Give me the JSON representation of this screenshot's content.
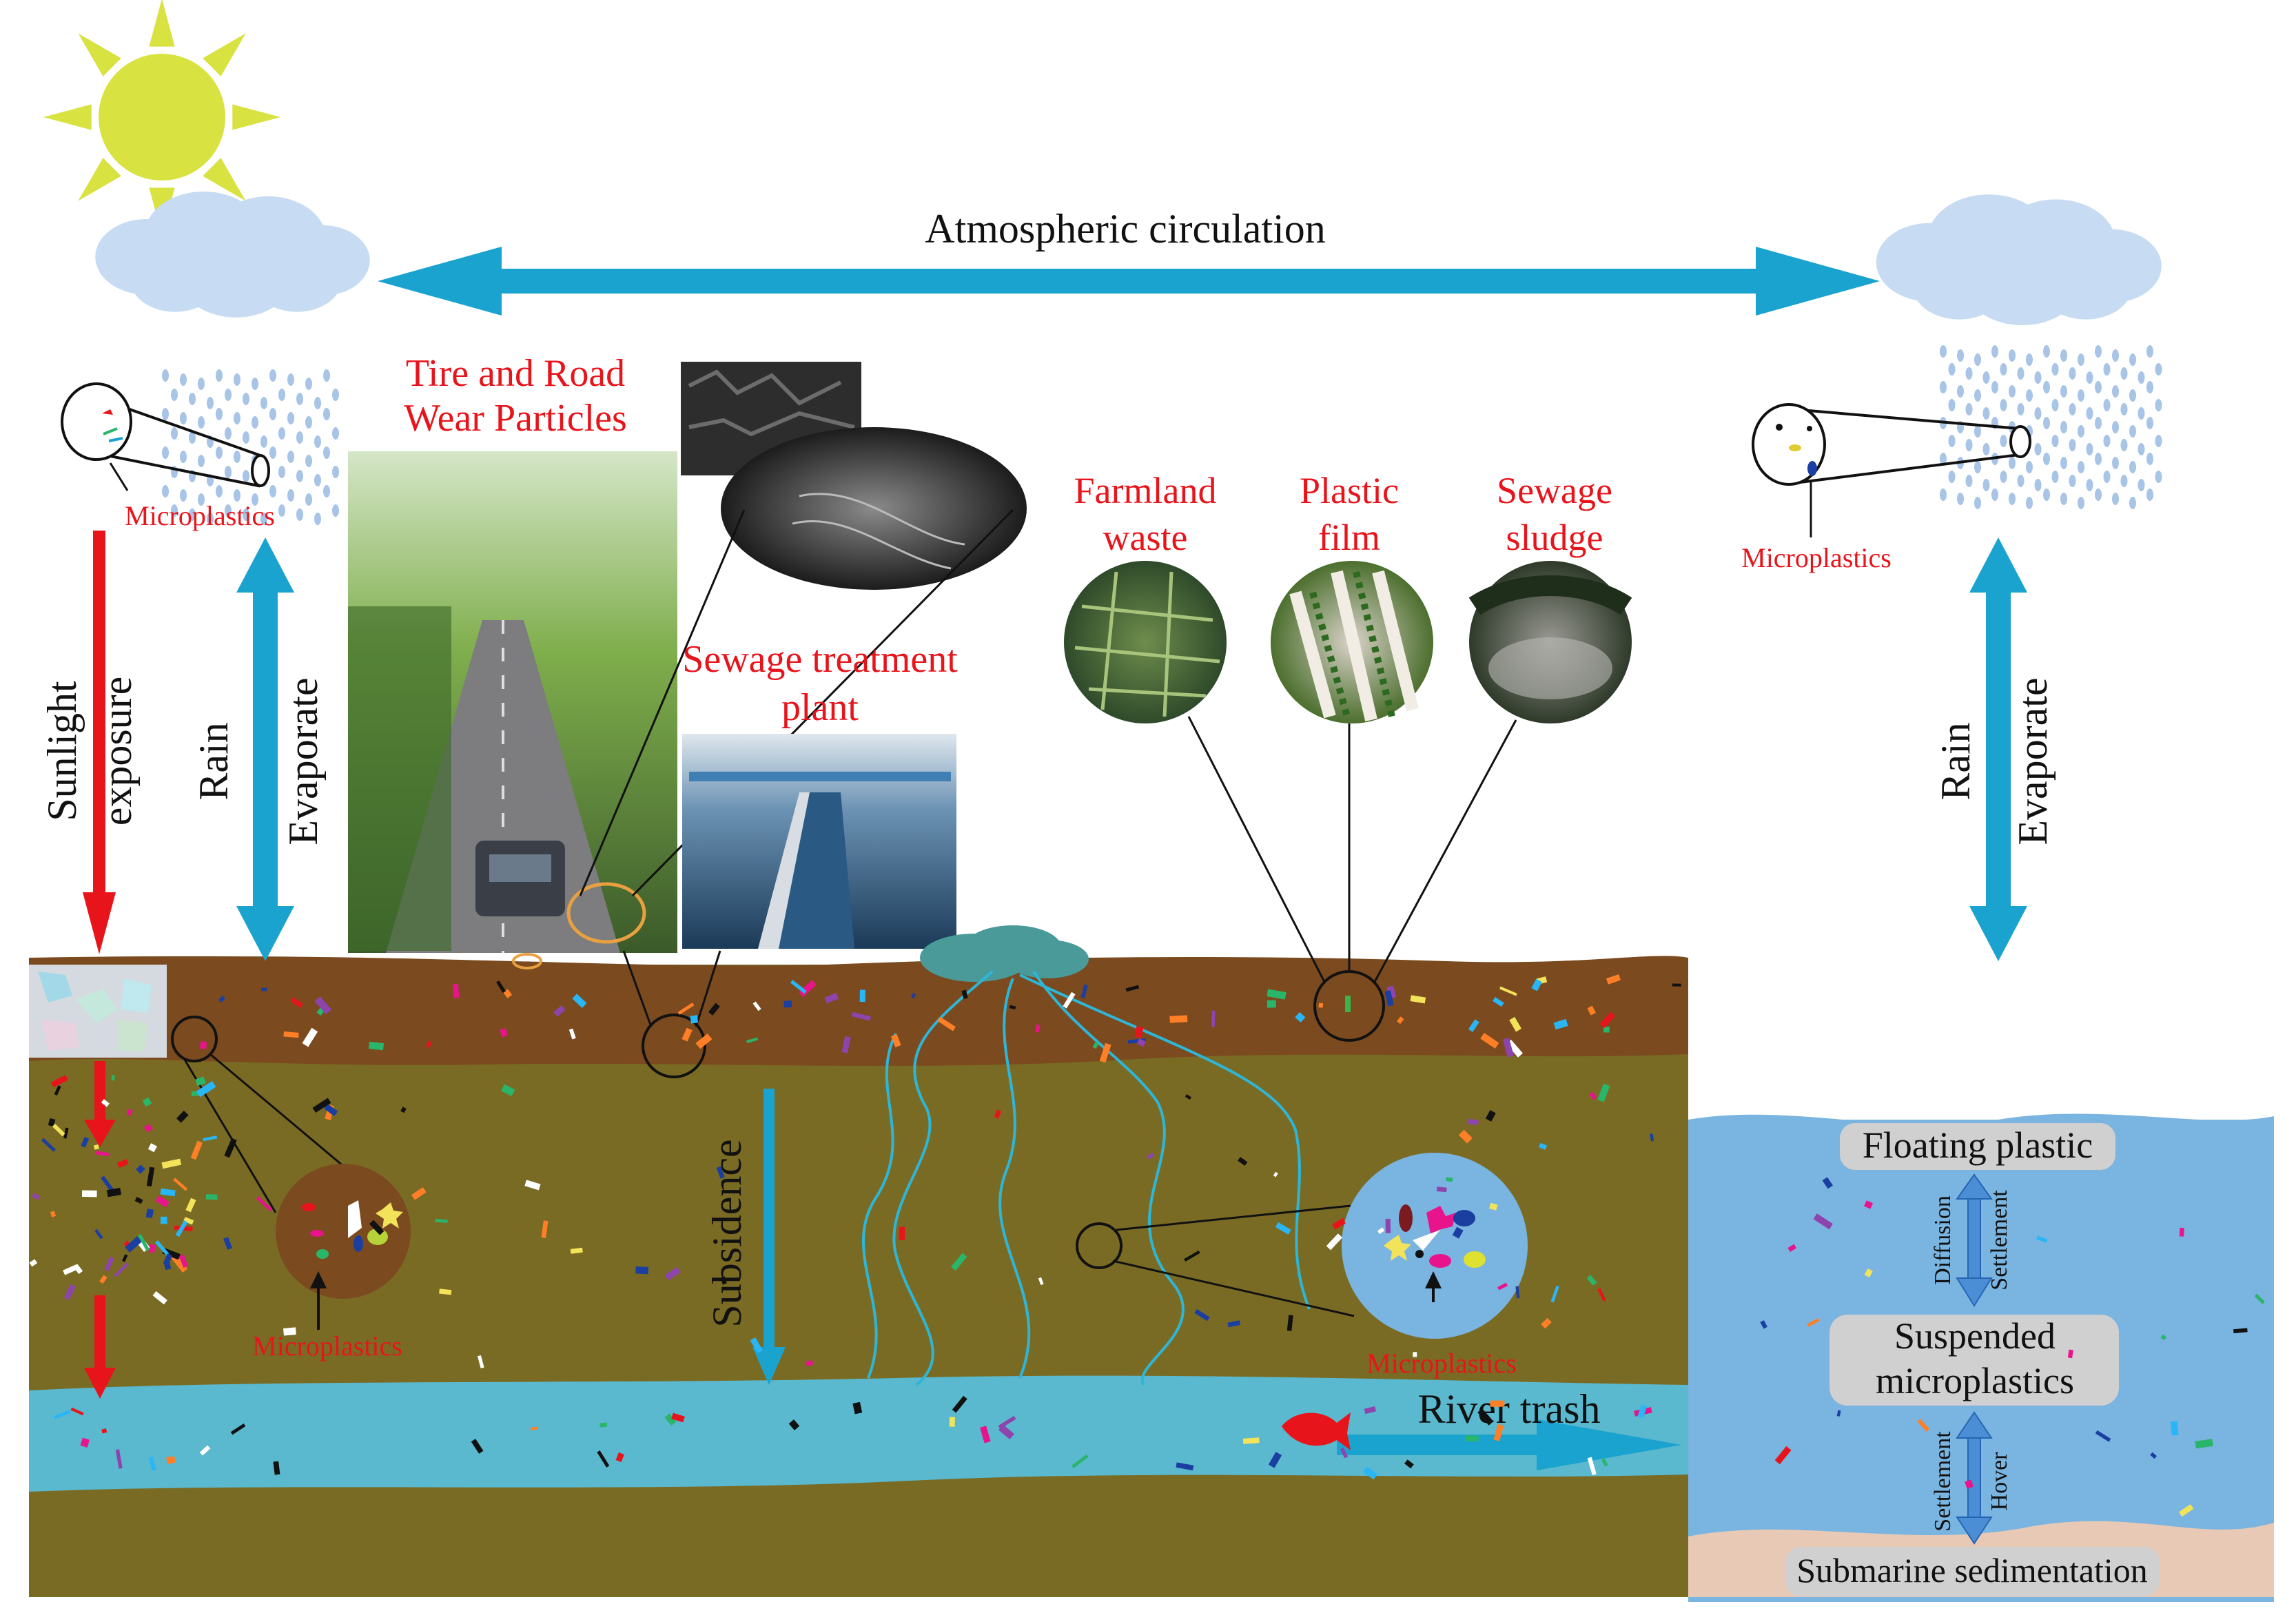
{
  "atmosphere": {
    "circulation_label": "Atmospheric circulation"
  },
  "left_column": {
    "microplastics_label": "Microplastics",
    "sunlight_label_1": "Sunlight",
    "sunlight_label_2": "exposure",
    "rain_label": "Rain",
    "evaporate_label": "Evaporate"
  },
  "right_column": {
    "microplastics_label": "Microplastics",
    "rain_label": "Rain",
    "evaporate_label": "Evaporate"
  },
  "sources": {
    "tire_label_1": "Tire and Road",
    "tire_label_2": "Wear Particles",
    "sewage_plant_label_1": "Sewage treatment",
    "sewage_plant_label_2": "plant",
    "farmland_label_1": "Farmland",
    "farmland_label_2": "waste",
    "plastic_film_label_1": "Plastic",
    "plastic_film_label_2": "film",
    "sewage_sludge_label_1": "Sewage",
    "sewage_sludge_label_2": "sludge"
  },
  "ground": {
    "soil_microplastics_label": "Microplastics",
    "subsidence_label": "Subsidence",
    "groundwater_microplastics_label": "Microplastics",
    "river_trash_label": "River trash"
  },
  "ocean": {
    "floating_label": "Floating plastic",
    "suspended_label_1": "Suspended",
    "suspended_label_2": "microplastics",
    "sediment_label": "Submarine sedimentation",
    "diffusion_label": "Diffusion",
    "settlement_label_upper": "Settlement",
    "settlement_label_lower": "Settlement",
    "hover_label": "Hover"
  },
  "colors": {
    "red_text": "#e8141b",
    "cyan_arrow": "#1aa3cf",
    "red_arrow": "#e8141b",
    "topsoil": "#7b4a1f",
    "subsoil": "#7a6b24",
    "river": "#5ab8cf",
    "ocean": "#7ab4e0",
    "seabed": "#e8c9b5",
    "sun": "#d8e240",
    "cloud": "#c7dcf2",
    "label_box": "#d0d0d0"
  }
}
